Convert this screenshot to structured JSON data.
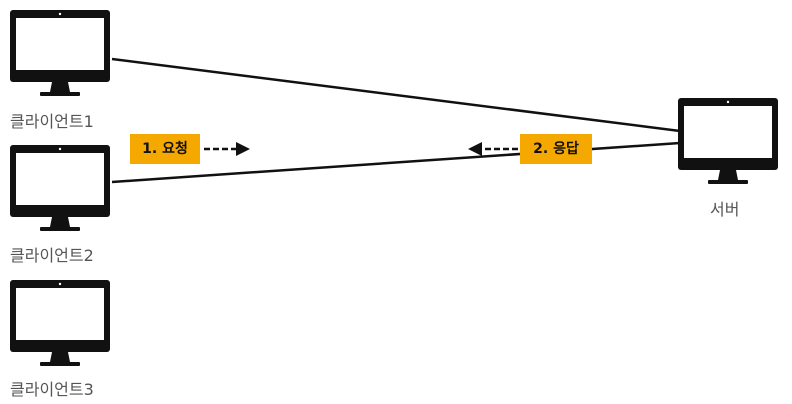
{
  "nodes": {
    "client1": {
      "label": "클라이언트1",
      "icon": "monitor-icon"
    },
    "client2": {
      "label": "클라이언트2",
      "icon": "monitor-icon"
    },
    "client3": {
      "label": "클라이언트3",
      "icon": "monitor-icon"
    },
    "server": {
      "label": "서버",
      "icon": "monitor-icon"
    }
  },
  "edges": {
    "request": {
      "label": "1. 요청",
      "direction": "client-to-server"
    },
    "response": {
      "label": "2. 응답",
      "direction": "server-to-client"
    }
  },
  "colors": {
    "badge": "#f5a800",
    "line": "#111111",
    "monitor": "#111111",
    "label_text": "#555555"
  }
}
